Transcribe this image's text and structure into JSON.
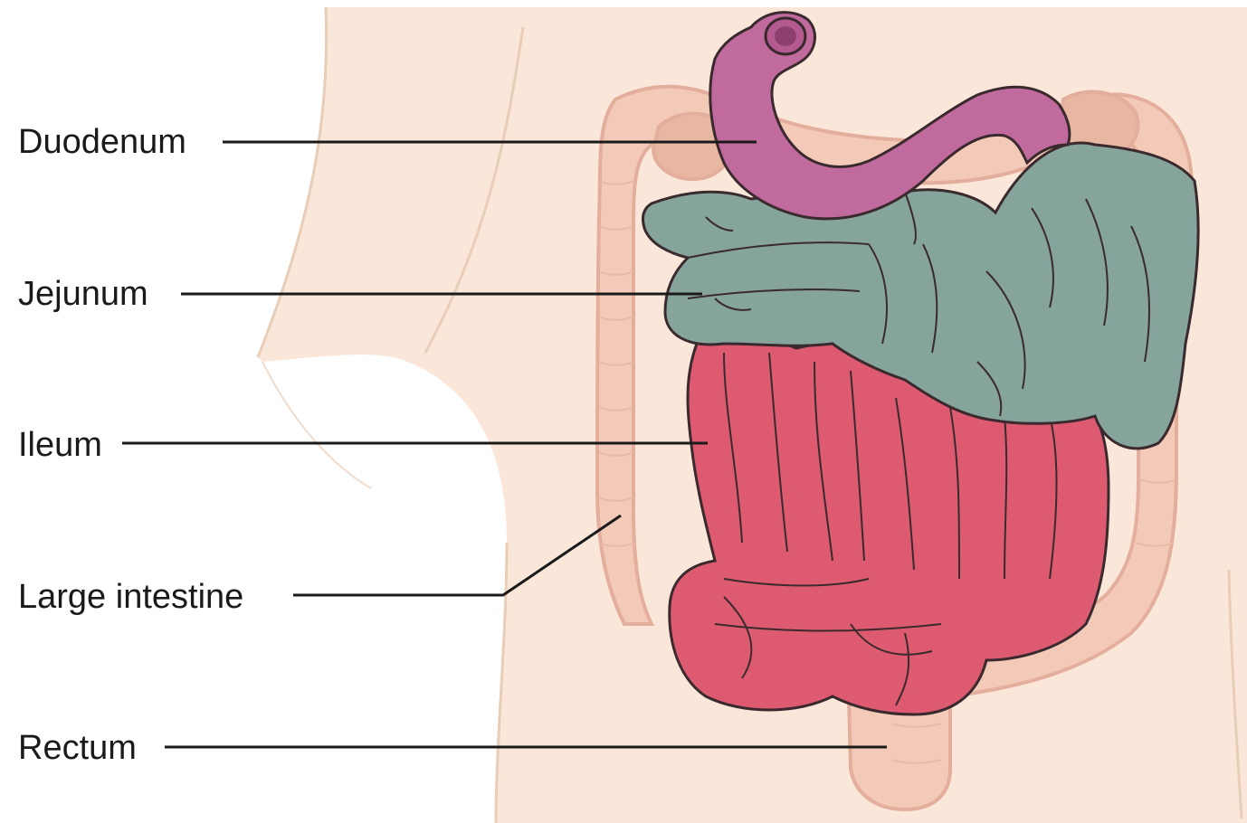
{
  "labels": {
    "duodenum": "Duodenum",
    "jejunum": "Jejunum",
    "ileum": "Ileum",
    "large_intestine": "Large intestine",
    "rectum": "Rectum"
  },
  "colors": {
    "skin": "#fbe7da",
    "skin_outline": "#e8cdb8",
    "large_intestine": "#f3c9b8",
    "large_intestine_outline": "#e3ae9b",
    "duodenum": "#c06a9e",
    "jejunum": "#85a49b",
    "ileum": "#de5a70",
    "organ_outline": "#3a2a2e",
    "leader_line": "#1a1a1a"
  }
}
